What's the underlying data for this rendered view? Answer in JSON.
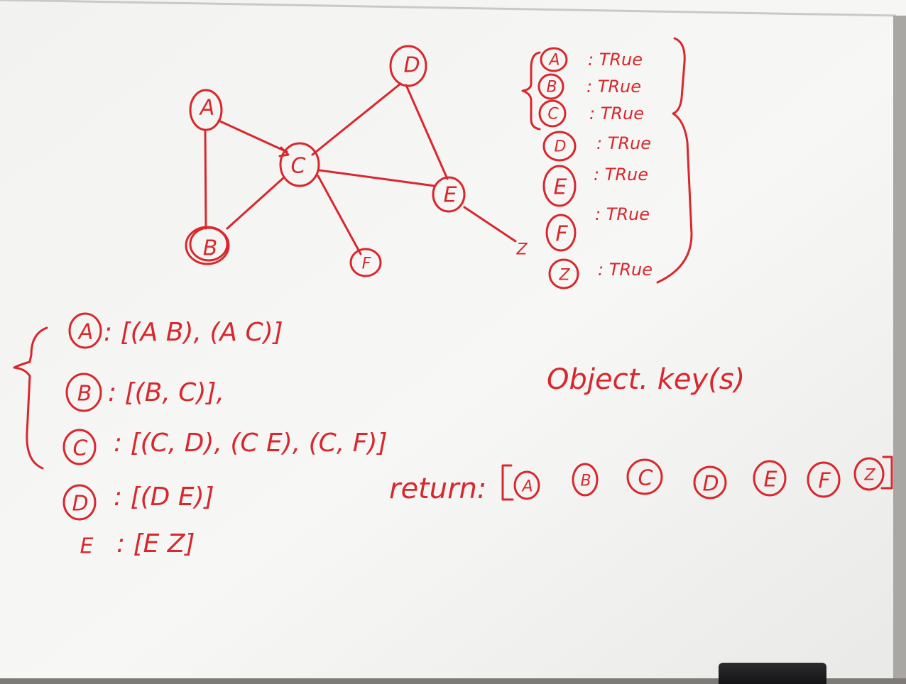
{
  "scene": {
    "ink_color": "#d8282e",
    "board_color": "#f4f4f2",
    "frame_label": "",
    "graph": {
      "nodes": [
        "A",
        "B",
        "C",
        "D",
        "E",
        "F",
        "Z"
      ],
      "edges": [
        [
          "A",
          "C"
        ],
        [
          "A",
          "B"
        ],
        [
          "B",
          "C"
        ],
        [
          "C",
          "D"
        ],
        [
          "C",
          "E"
        ],
        [
          "C",
          "F"
        ],
        [
          "D",
          "E"
        ],
        [
          "E",
          "Z"
        ]
      ]
    },
    "visited": {
      "rows": [
        {
          "node": "A",
          "value": ": TRue"
        },
        {
          "node": "B",
          "value": ": TRue"
        },
        {
          "node": "C",
          "value": ": TRue"
        },
        {
          "node": "D",
          "value": ": TRue"
        },
        {
          "node": "E",
          "value": ": TRue"
        },
        {
          "node": "F",
          "value": ": TRue"
        },
        {
          "node": "Z",
          "value": ": TRue"
        }
      ]
    },
    "adjacency": {
      "rows": [
        {
          "node": "A",
          "text": ": [(A B), (A C)]"
        },
        {
          "node": "B",
          "text": ": [(B, C)],"
        },
        {
          "node": "C",
          "text": ": [(C, D), (C E), (C, F)]"
        },
        {
          "node": "D",
          "text": ": [(D E)]"
        },
        {
          "node": "E",
          "text": ": [E Z]"
        }
      ]
    },
    "note": "Object. key(s)",
    "return_line": {
      "label": "return:",
      "items": [
        "A",
        "B",
        "C",
        "D",
        "E",
        "F",
        "Z"
      ]
    }
  }
}
